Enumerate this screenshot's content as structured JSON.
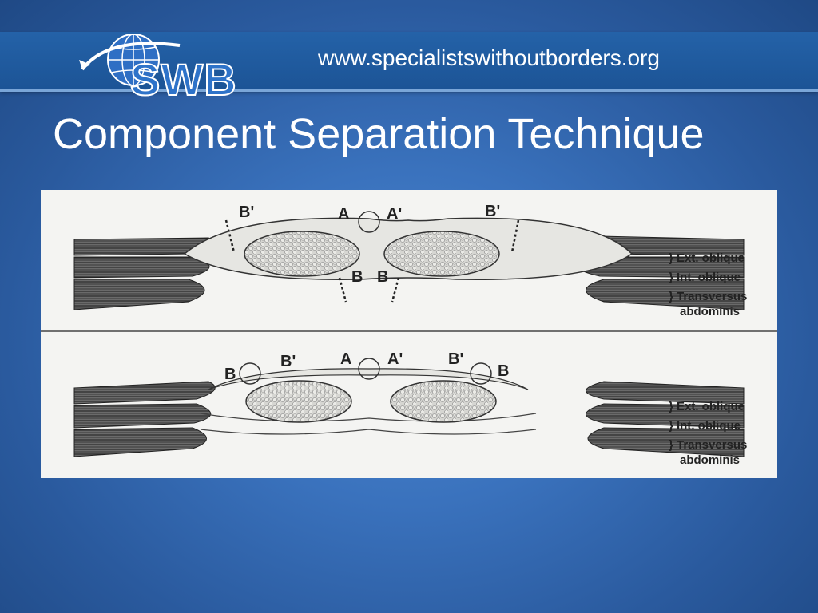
{
  "header": {
    "logo_text": "SWB",
    "url": "www.specialistswithoutborders.org"
  },
  "slide": {
    "title": "Component Separation Technique"
  },
  "figure": {
    "top_panel": {
      "labels": {
        "b_prime_left": "B'",
        "a": "A",
        "a_prime": "A'",
        "b_prime_right": "B'",
        "b_left": "B",
        "b_right": "B"
      },
      "muscles": [
        "} Ext. oblique",
        "} Int. oblique",
        "} Transversus",
        "abdominis"
      ]
    },
    "bottom_panel": {
      "labels": {
        "b_left": "B",
        "b_prime_left": "B'",
        "a": "A",
        "a_prime": "A'",
        "b_prime_right": "B'",
        "b_right": "B"
      },
      "muscles": [
        "} Ext. oblique",
        "} Int. oblique",
        "} Transversus",
        "abdominis"
      ]
    }
  },
  "colors": {
    "background": "#3a72bd",
    "header_band": "#2462a8",
    "text": "#ffffff",
    "figure_bg": "#f4f4f2"
  }
}
